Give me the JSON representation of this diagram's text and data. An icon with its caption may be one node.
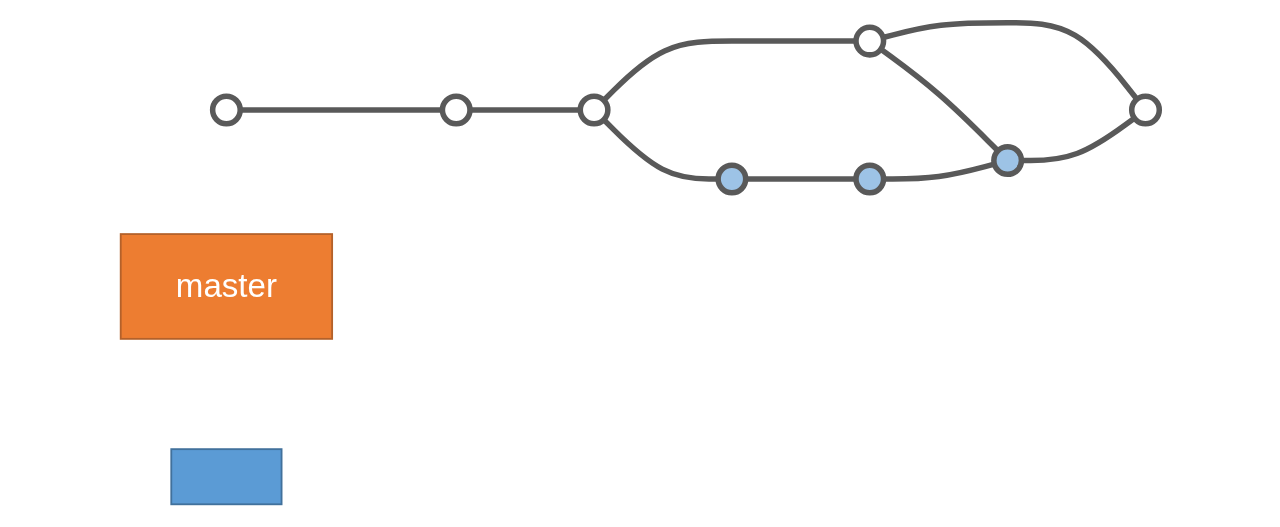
{
  "diagram": {
    "nodes": [
      {
        "text": [],
        "shape": "circle"
      },
      {
        "text": [],
        "shape": "circle"
      },
      {
        "text": [],
        "shape": "circle"
      },
      {
        "text": [],
        "shape": "circle"
      },
      {
        "text": [],
        "shape": "circle"
      },
      {
        "text": [],
        "shape": "circle"
      },
      {
        "text": [],
        "shape": "circle"
      },
      {
        "text": [],
        "shape": "circle"
      },
      {
        "text": [
          "master"
        ]
      },
      {
        "text": [],
        "shape": "box"
      }
    ],
    "edges": [
      {
        "from": 0,
        "to": 1,
        "arrow": "none"
      },
      {
        "from": 1,
        "to": 2,
        "arrow": "none"
      },
      {
        "from": 2,
        "to": 3,
        "arrow": "none"
      },
      {
        "from": 3,
        "to": 4,
        "arrow": "none"
      },
      {
        "from": 2,
        "to": 5,
        "arrow": "none"
      },
      {
        "from": 5,
        "to": 6,
        "arrow": "none"
      },
      {
        "from": 6,
        "to": 7,
        "arrow": "none"
      },
      {
        "from": 3,
        "to": 7,
        "arrow": "none"
      },
      {
        "from": 7,
        "to": 4,
        "arrow": "none"
      }
    ]
  }
}
